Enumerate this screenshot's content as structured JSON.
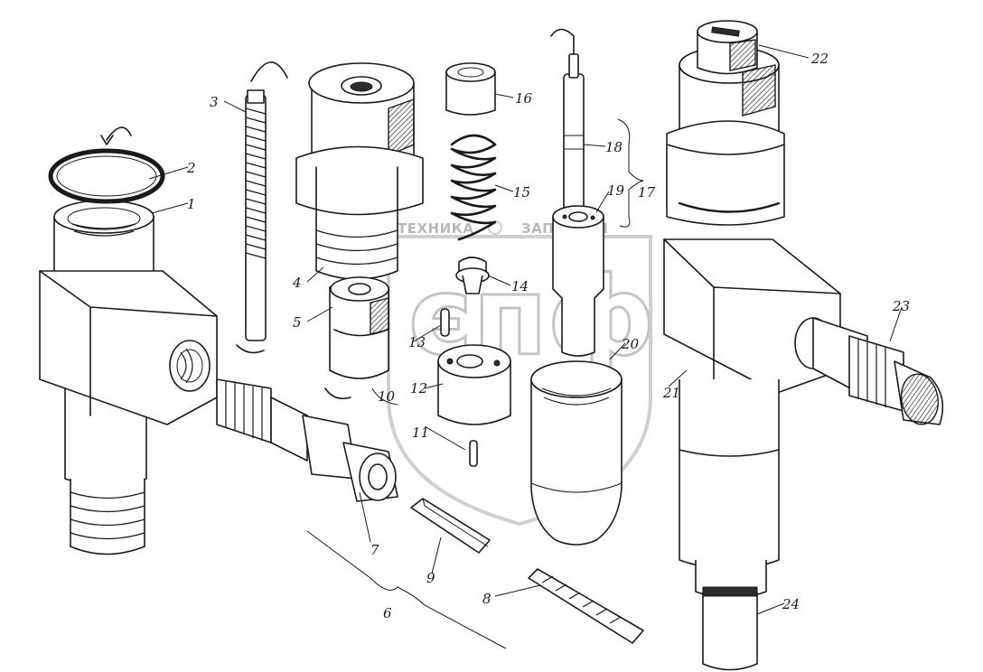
{
  "watermark": {
    "left_text": "ТЕХНИКА",
    "right_text": "ЗАПЧАСТИ",
    "logo_letters": "єпф"
  },
  "callouts": [
    {
      "id": "1",
      "label": "1"
    },
    {
      "id": "2",
      "label": "2"
    },
    {
      "id": "3",
      "label": "3"
    },
    {
      "id": "4",
      "label": "4"
    },
    {
      "id": "5",
      "label": "5"
    },
    {
      "id": "6",
      "label": "6"
    },
    {
      "id": "7",
      "label": "7"
    },
    {
      "id": "8",
      "label": "8"
    },
    {
      "id": "9",
      "label": "9"
    },
    {
      "id": "10",
      "label": "10"
    },
    {
      "id": "11",
      "label": "11"
    },
    {
      "id": "12",
      "label": "12"
    },
    {
      "id": "13",
      "label": "13"
    },
    {
      "id": "14",
      "label": "14"
    },
    {
      "id": "15",
      "label": "15"
    },
    {
      "id": "16",
      "label": "16"
    },
    {
      "id": "17",
      "label": "17"
    },
    {
      "id": "18",
      "label": "18"
    },
    {
      "id": "19",
      "label": "19"
    },
    {
      "id": "20",
      "label": "20"
    },
    {
      "id": "21",
      "label": "21"
    },
    {
      "id": "22",
      "label": "22"
    },
    {
      "id": "23",
      "label": "23"
    },
    {
      "id": "24",
      "label": "24"
    }
  ]
}
